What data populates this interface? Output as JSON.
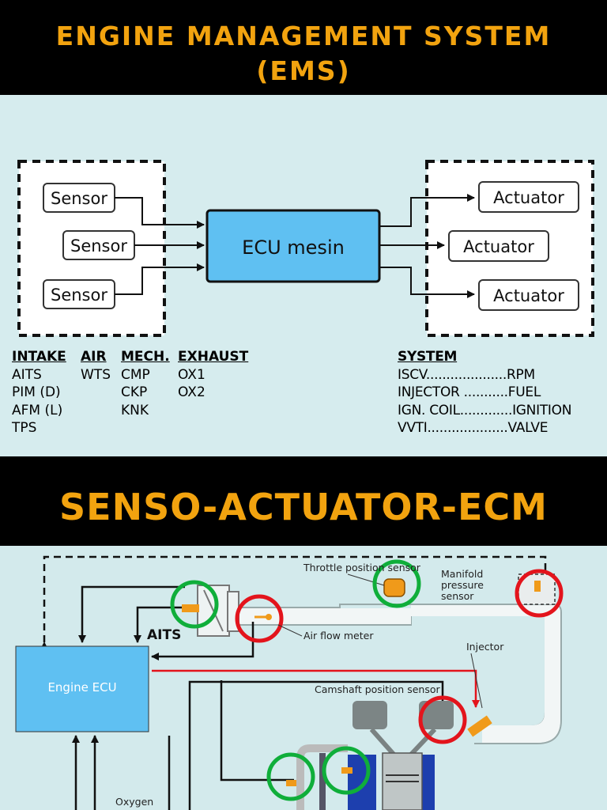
{
  "header": {
    "line1": "ENGINE  MANAGEMENT SYSTEM",
    "line2": "(EMS)"
  },
  "block_diagram": {
    "sensors": [
      "Sensor",
      "Sensor",
      "Sensor"
    ],
    "ecu": "ECU mesin",
    "actuators": [
      "Actuator",
      "Actuator",
      "Actuator"
    ]
  },
  "sensor_columns": [
    {
      "header": "INTAKE",
      "items": [
        "AITS",
        "PIM (D)",
        "AFM (L)",
        "TPS"
      ]
    },
    {
      "header": "AIR",
      "items": [
        "WTS"
      ]
    },
    {
      "header": "MECH.",
      "items": [
        "CMP",
        "CKP",
        "KNK"
      ]
    },
    {
      "header": "EXHAUST",
      "items": [
        "OX1",
        "OX2"
      ]
    }
  ],
  "system": {
    "header": "SYSTEM",
    "items": [
      "ISCV....................RPM",
      "INJECTOR ...........FUEL",
      "IGN. COIL.............IGNITION",
      "VVTI....................VALVE"
    ]
  },
  "section2": {
    "title": "SENSO-ACTUATOR-ECM"
  },
  "engine_diagram": {
    "ecu_label": "Engine ECU",
    "labels": {
      "throttle": "Throttle position sensor",
      "manifold1": "Manifold",
      "manifold2": "pressure",
      "manifold3": "sensor",
      "aits": "AITS",
      "airflow": "Air flow meter",
      "injector": "Injector",
      "camshaft": "Camshaft  position sensor",
      "oxygen": "Oxygen"
    }
  },
  "colors": {
    "title": "#f2a30f",
    "ecu_fill": "#5fc0f2",
    "green_circle": "#0fae3a",
    "red_circle": "#e3141c",
    "sensor_orange": "#f09a1a"
  }
}
